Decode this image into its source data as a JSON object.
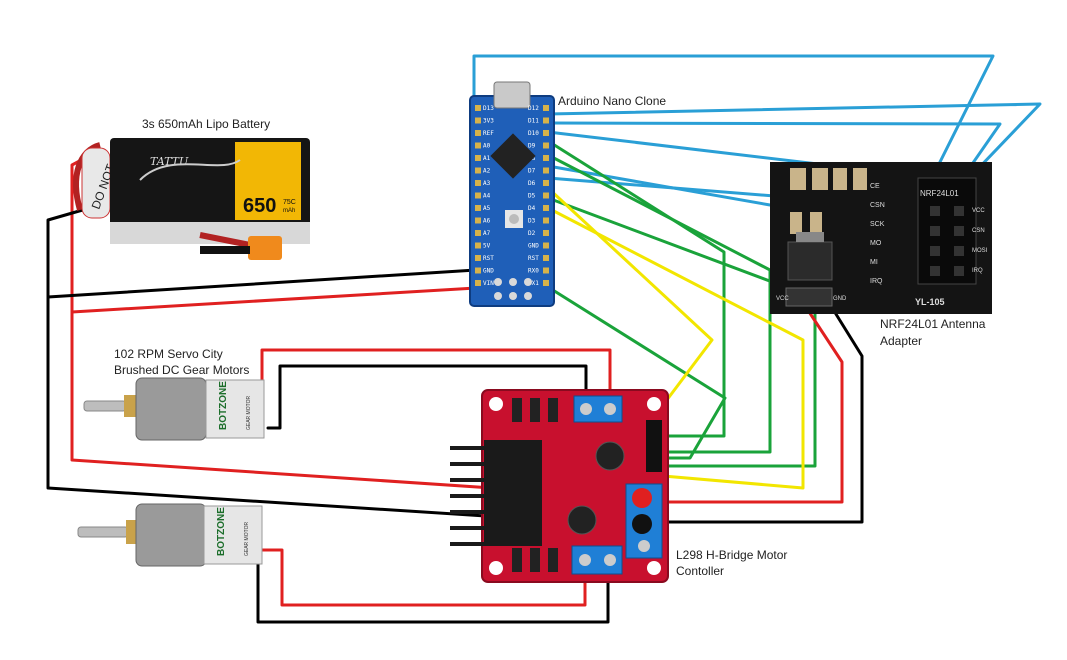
{
  "labels": {
    "battery": "3s 650mAh Lipo Battery",
    "arduino": "Arduino Nano Clone",
    "motors_line1": "102 RPM Servo City",
    "motors_line2": "Brushed DC Gear Motors",
    "nrf_line1": "NRF24L01 Antenna",
    "nrf_line2": "Adapter",
    "hbridge_line1": "L298 H-Bridge Motor",
    "hbridge_line2": "Contoller"
  },
  "battery_print": {
    "brand": "TATTU",
    "capacity": "650",
    "rating": "75C",
    "unit": "mAh",
    "warning": "DO NOT"
  },
  "motor_print": {
    "brand": "BOTZONE",
    "sub": "GEAR MOTOR"
  },
  "nrf_print": {
    "chip": "NRF24L01",
    "model": "YL-105",
    "pins_left": [
      "CE",
      "CSN",
      "SCK",
      "MO",
      "MI",
      "IRQ"
    ],
    "pins_right": [
      "VCC",
      "CSN",
      "MOSI",
      "IRQ"
    ],
    "power_pins": [
      "VCC",
      "GND"
    ]
  },
  "arduino_print": {
    "pins_top": [
      "D13",
      "3V3",
      "REF",
      "A0",
      "A1",
      "A2",
      "A3",
      "A4",
      "A5",
      "A6",
      "A7",
      "5V",
      "RST",
      "GND",
      "VIN"
    ],
    "pins_bottom": [
      "D12",
      "D11",
      "D10",
      "D9",
      "D8",
      "D7",
      "D6",
      "D5",
      "D4",
      "D3",
      "D2",
      "GND",
      "RST",
      "RX0",
      "TX1"
    ]
  },
  "colors": {
    "power": "#e02020",
    "ground": "#000000",
    "spi": "#2a9fd6",
    "motor_a": "#1aa33a",
    "motor_b": "#f2e600",
    "arduino_board": "#1f5fb8",
    "hbridge_board": "#c8102e"
  }
}
